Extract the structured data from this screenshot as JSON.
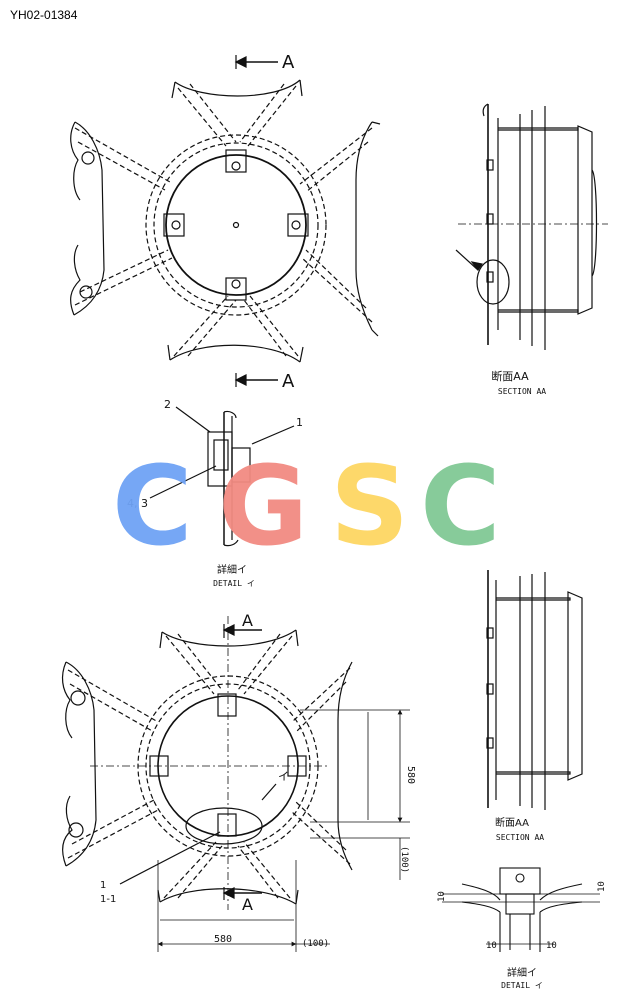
{
  "doc_id": "YH02-01384",
  "section_marks": {
    "top_upper": "A",
    "top_lower": "A",
    "bottom_upper": "A",
    "bottom_lower": "A"
  },
  "section_aa_top": {
    "jp": "断面AA",
    "en": "SECTION AA"
  },
  "section_aa_bottom": {
    "jp": "断面AA",
    "en": "SECTION AA"
  },
  "detail_i_top": {
    "jp": "詳細イ",
    "en": "DETAIL イ"
  },
  "detail_i_bottom": {
    "jp": "詳細イ",
    "en": "DETAIL イ"
  },
  "part_numbers": {
    "detail_2": "2",
    "detail_1": "1",
    "detail_43": "4, 3",
    "bottom_1": "1",
    "bottom_1_1": "1-1",
    "bottom_i": "イ"
  },
  "dimensions": {
    "vertical_580": "580",
    "vertical_100": "(100)",
    "horizontal_580": "580",
    "horizontal_100": "(100)",
    "detail_10_right": "10",
    "detail_10_left": "10",
    "detail_10_bot_left": "10",
    "detail_10_bot_right": "10"
  },
  "watermark": {
    "letters": [
      "C",
      "G",
      "S",
      "C"
    ],
    "colors": [
      "#6fa3f5",
      "#f28b82",
      "#fdd663",
      "#81c995"
    ]
  }
}
